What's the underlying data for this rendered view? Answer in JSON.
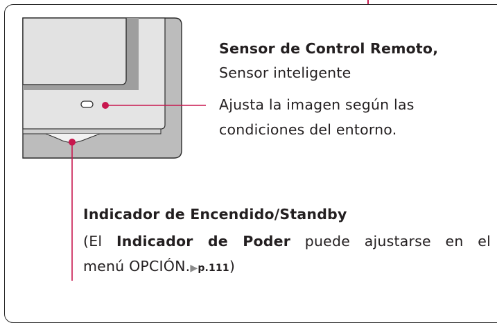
{
  "sensor": {
    "title": "Sensor de Control Remoto,",
    "subtitle": "Sensor inteligente",
    "desc_line1": "Ajusta la imagen según las",
    "desc_line2": "condiciones del entorno."
  },
  "indicator": {
    "title": "Indicador de Encendido/Standby",
    "note_open": "(El ",
    "note_bold": "Indicador de Poder",
    "note_rest": " puede ajustarse en el",
    "line2_text": "menú OPCIÓN.",
    "arrow": "▶",
    "page_ref": "p.111",
    "close_paren": ")"
  },
  "colors": {
    "accent": "#c8174e",
    "panel_light": "#e6e6e6",
    "panel_mid": "#b3b3b3",
    "outline": "#2a2a2a"
  }
}
